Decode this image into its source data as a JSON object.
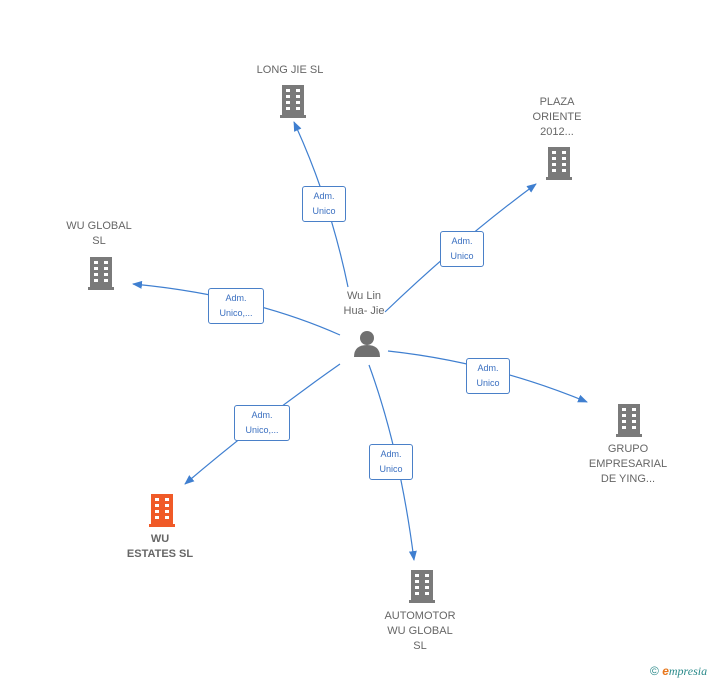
{
  "center": {
    "name": "Wu Lin\nHua- Jie"
  },
  "nodes": [
    {
      "id": "long-jie",
      "label": "LONG JIE SL",
      "highlight": false
    },
    {
      "id": "plaza-oriente",
      "label": "PLAZA\nORIENTE\n2012...",
      "highlight": false
    },
    {
      "id": "wu-global",
      "label": "WU GLOBAL\nSL",
      "highlight": false
    },
    {
      "id": "grupo-empresarial",
      "label": "GRUPO\nEMPRESARIAL\nDE YING...",
      "highlight": false
    },
    {
      "id": "wu-estates",
      "label": "WU\nESTATES  SL",
      "highlight": true
    },
    {
      "id": "automotor",
      "label": "AUTOMOTOR\nWU GLOBAL\nSL",
      "highlight": false
    }
  ],
  "edges": [
    {
      "to": "long-jie",
      "label": "Adm.\nUnico"
    },
    {
      "to": "plaza-oriente",
      "label": "Adm.\nUnico"
    },
    {
      "to": "wu-global",
      "label": "Adm.\nUnico,..."
    },
    {
      "to": "grupo-empresarial",
      "label": "Adm.\nUnico"
    },
    {
      "to": "wu-estates",
      "label": "Adm.\nUnico,..."
    },
    {
      "to": "automotor",
      "label": "Adm.\nUnico"
    }
  ],
  "colors": {
    "edge": "#3f7fd0",
    "building": "#7a7a7a",
    "building_highlight": "#f05a28",
    "person": "#707070"
  },
  "footer": {
    "copyright": "©",
    "brand_initial": "e",
    "brand_rest": "mpresia"
  }
}
